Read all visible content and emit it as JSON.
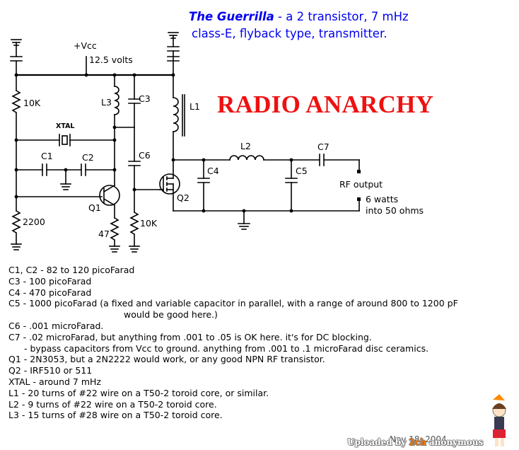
{
  "header": {
    "title_name": "The Guerrilla",
    "title_rest": " - a 2 transistor, 7 mHz",
    "title_line2": "class-E, flyback type, transmitter."
  },
  "banner": "RADIO ANARCHY",
  "schematic_labels": {
    "vcc": "+Vcc",
    "voltage": "12.5 volts",
    "r10k_top": "10K",
    "l3": "L3",
    "c3": "C3",
    "l1": "L1",
    "xtal": "XTAL",
    "c1": "C1",
    "c2": "C2",
    "c6": "C6",
    "l2": "L2",
    "c7": "C7",
    "c4": "C4",
    "c5": "C5",
    "rf_output": "RF output",
    "q1": "Q1",
    "q2": "Q2",
    "r2200": "2200",
    "r47": "47",
    "r10k_bottom": "10K",
    "power1": "6 watts",
    "power2": "into 50 ohms"
  },
  "parts_list": [
    "C1, C2 - 82 to 120 picoFarad",
    "C3 - 100 picoFarad",
    "C4 - 470 picoFarad",
    "C5 - 1000 picoFarad (a fixed and variable capacitor in parallel, with a range of around 800 to 1200 pF",
    "would be good here.)",
    "C6 - .001 microFarad.",
    "C7 - .02 microFarad, but anything from .001 to .05 is OK here.  it's for DC blocking.",
    "- bypass capacitors from Vcc to ground.   anything from .001 to .1 microFarad disc ceramics.",
    "Q1 - 2N3053,  but a 2N2222 would work, or any good NPN RF transistor.",
    "Q2 - IRF510 or 511",
    "XTAL - around 7 mHz",
    "L1 - 20 turns of #22 wire on a T50-2 toroid core, or similar.",
    "L2 - 9 turns of #22 wire on a T50-2 toroid core.",
    "L3 - 15 turns of #28 wire on a T50-2 toroid core."
  ],
  "footer": {
    "date": "Nov 18, 2004",
    "uploaded_prefix": "Uploaded by ",
    "uploaded_site": "2ch",
    "uploaded_user": " anonymous"
  }
}
